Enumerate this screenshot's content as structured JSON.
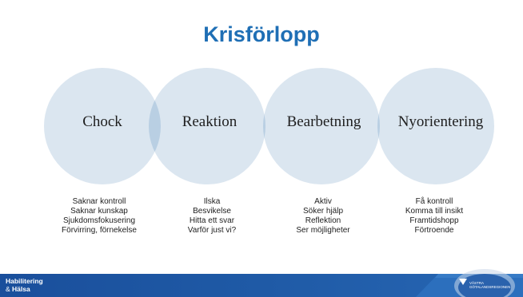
{
  "title": "Krisförlopp",
  "phases": [
    {
      "name": "Chock",
      "items": [
        "Saknar kontroll",
        "Saknar kunskap",
        "Sjukdomsfokusering",
        "Förvirring, förnekelse"
      ]
    },
    {
      "name": "Reaktion",
      "items": [
        "Ilska",
        "Besvikelse",
        "Hitta ett svar",
        "Varför just vi?"
      ]
    },
    {
      "name": "Bearbetning",
      "items": [
        "Aktiv",
        "Söker hjälp",
        "Reflektion",
        "Ser möjligheter"
      ]
    },
    {
      "name": "Nyorientering",
      "items": [
        "Få kontroll",
        "Komma till insikt",
        "Framtidshopp",
        "Förtroende"
      ]
    }
  ],
  "footer": {
    "brand_line1": "Habilitering",
    "brand_line2_amp": "&",
    "brand_line2": "Hälsa",
    "region_line1": "VÄSTRA",
    "region_line2": "GÖTALANDSREGIONEN"
  },
  "colors": {
    "title": "#1f6fb5",
    "circle_fill": "#dbe6f0",
    "circle_overlap": "#b9cfe3",
    "footer_blue": "#1f5aa6",
    "text": "#1e1e1e"
  }
}
